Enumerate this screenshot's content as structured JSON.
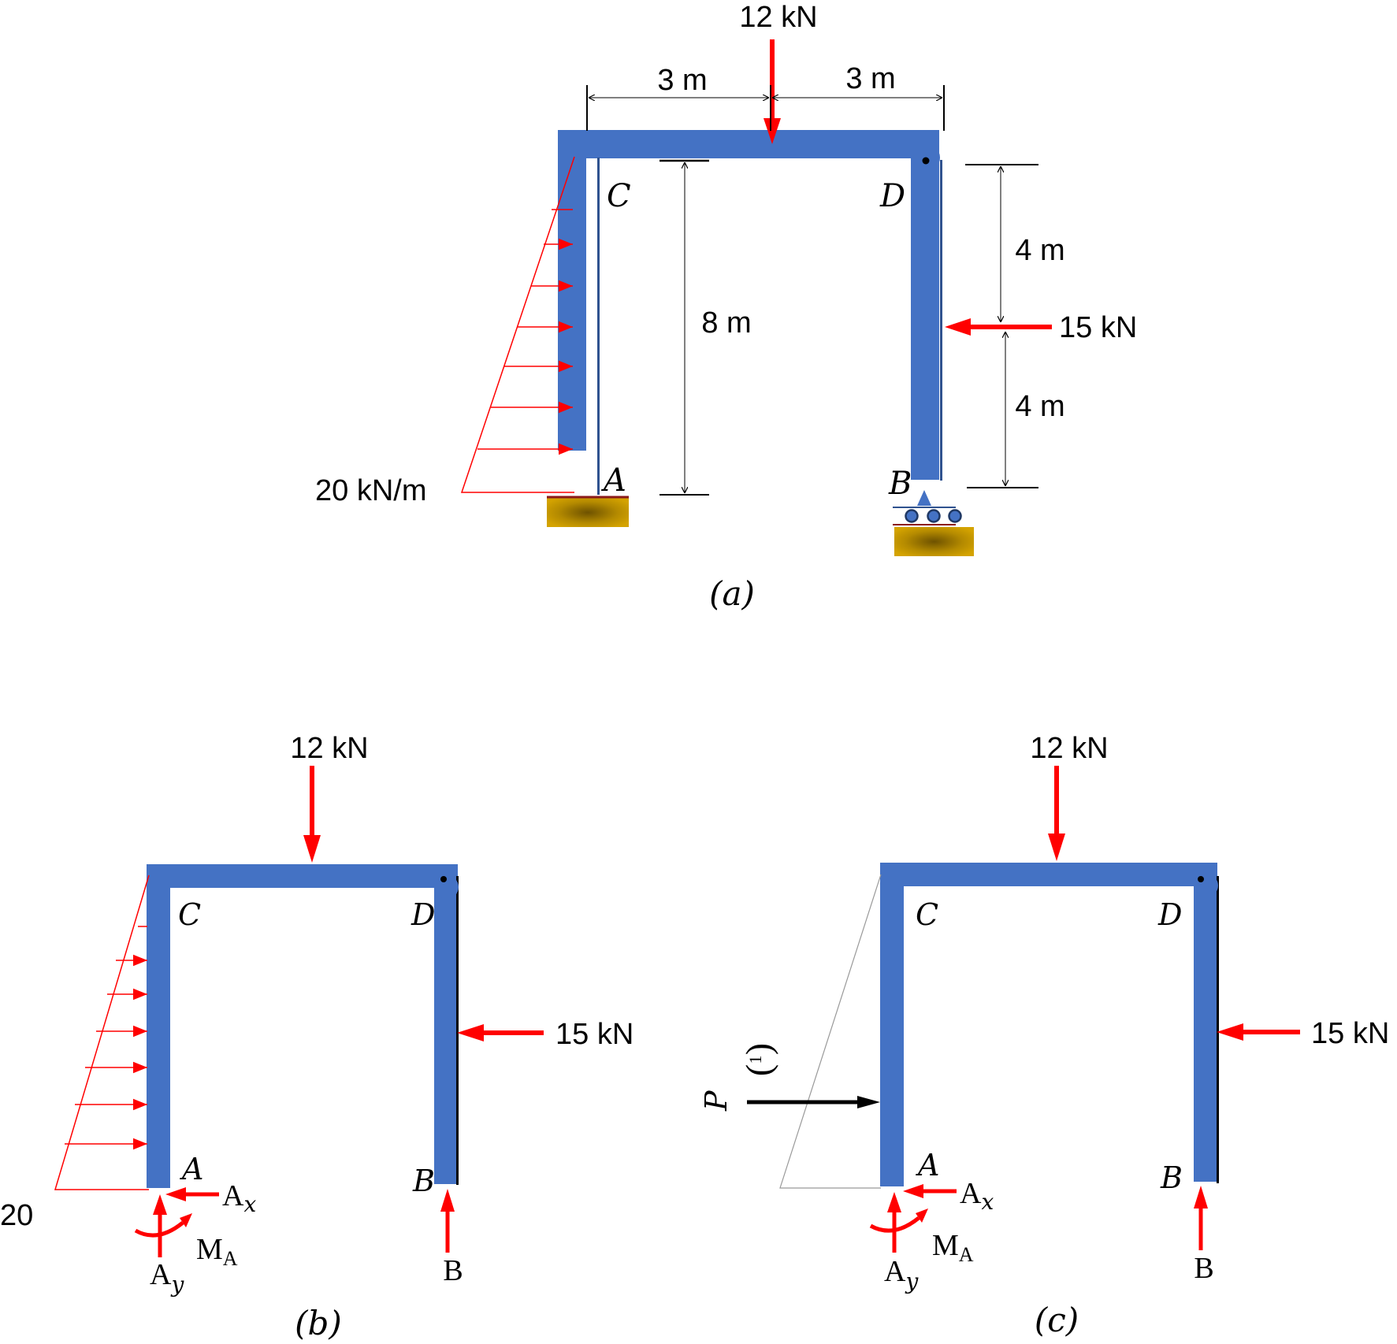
{
  "colors": {
    "member": "#4472C4",
    "member_edge": "#2F528F",
    "force": "#FF0000",
    "dim": "#000000",
    "support": "#C99700"
  },
  "fig_a": {
    "caption": "(a)",
    "load_top": "12 kN",
    "dim_left": "3 m",
    "dim_right": "3 m",
    "height": "8 m",
    "dim_upper": "4 m",
    "dim_lower": "4 m",
    "load_side": "15 kN",
    "dist_load": "20 kN/m",
    "label_C": "C",
    "label_D": "D",
    "label_A": "A",
    "label_B": "B"
  },
  "fig_b": {
    "caption": "(b)",
    "load_top": "12 kN",
    "load_side": "15 kN",
    "dist_load": "20",
    "label_C": "C",
    "label_D": "D",
    "label_A": "A",
    "label_B": "B",
    "reaction_Ax": "A",
    "reaction_Ax_sub": "x",
    "reaction_Ay": "A",
    "reaction_Ay_sub": "y",
    "moment_MA": "M",
    "moment_MA_sub": "A",
    "reaction_B": "B"
  },
  "fig_c": {
    "caption": "(c)",
    "load_top": "12 kN",
    "load_side": "15 kN",
    "resultant": "P",
    "resultant_tag": "1",
    "label_C": "C",
    "label_D": "D",
    "label_A": "A",
    "label_B": "B",
    "reaction_Ax": "A",
    "reaction_Ax_sub": "x",
    "reaction_Ay": "A",
    "reaction_Ay_sub": "y",
    "moment_MA": "M",
    "moment_MA_sub": "A",
    "reaction_B": "B"
  }
}
